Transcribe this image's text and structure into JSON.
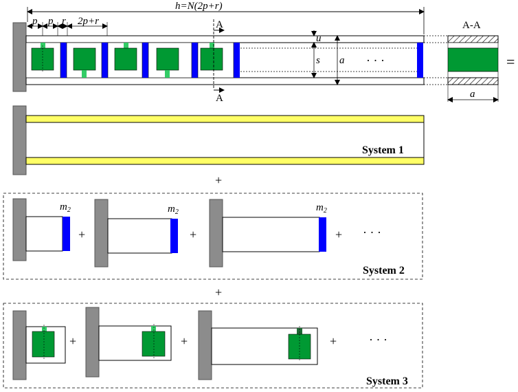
{
  "labels": {
    "h_formula": "h=N(2p+r)",
    "p": "p",
    "r": "r",
    "two_p_r": "2p+r",
    "u": "u",
    "s": "s",
    "a": "a",
    "a_bottom": "a",
    "section_top": "A",
    "section_bottom": "A",
    "section_title": "A-A",
    "equals": "=",
    "ellipsis": "· · ·",
    "plus": "+",
    "m2": "m",
    "m2_sub": "2"
  },
  "systems": [
    {
      "name": "System 1"
    },
    {
      "name": "System 2"
    },
    {
      "name": "System 3"
    }
  ],
  "colors": {
    "wall": "#8c8c8c",
    "spring_mass_blue": "#0000ff",
    "resonator_green": "#009933",
    "resonator_stem": "#33cc66",
    "rail_yellow": "#ffff66",
    "line": "#000000"
  }
}
